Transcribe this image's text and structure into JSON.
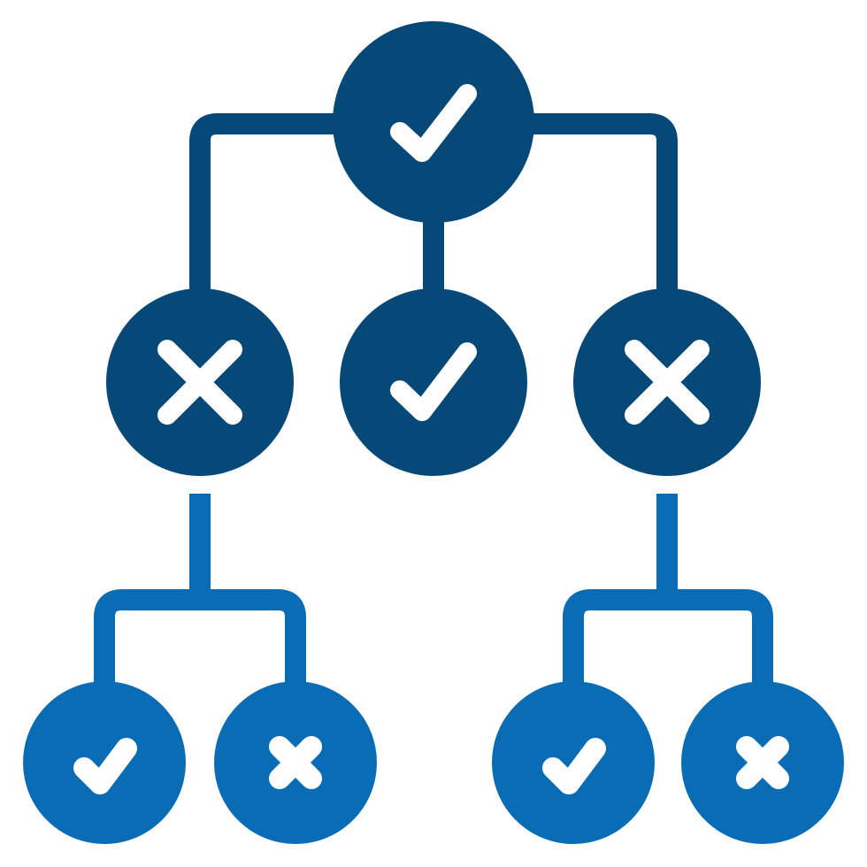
{
  "colors": {
    "dark": "#064979",
    "light": "#0a6cb4",
    "mark": "#ffffff",
    "background": "#ffffff"
  },
  "nodes": [
    {
      "id": "root",
      "level": 0,
      "icon": "check-icon"
    },
    {
      "id": "mid-left",
      "level": 1,
      "icon": "cross-icon"
    },
    {
      "id": "mid-center",
      "level": 1,
      "icon": "check-icon"
    },
    {
      "id": "mid-right",
      "level": 1,
      "icon": "cross-icon"
    },
    {
      "id": "leaf-1",
      "level": 2,
      "icon": "check-icon"
    },
    {
      "id": "leaf-2",
      "level": 2,
      "icon": "cross-icon"
    },
    {
      "id": "leaf-3",
      "level": 2,
      "icon": "check-icon"
    },
    {
      "id": "leaf-4",
      "level": 2,
      "icon": "cross-icon"
    }
  ],
  "edges": [
    {
      "from": "root",
      "to": "mid-left"
    },
    {
      "from": "root",
      "to": "mid-center"
    },
    {
      "from": "root",
      "to": "mid-right"
    },
    {
      "from": "mid-left",
      "to": "leaf-1"
    },
    {
      "from": "mid-left",
      "to": "leaf-2"
    },
    {
      "from": "mid-right",
      "to": "leaf-3"
    },
    {
      "from": "mid-right",
      "to": "leaf-4"
    }
  ]
}
